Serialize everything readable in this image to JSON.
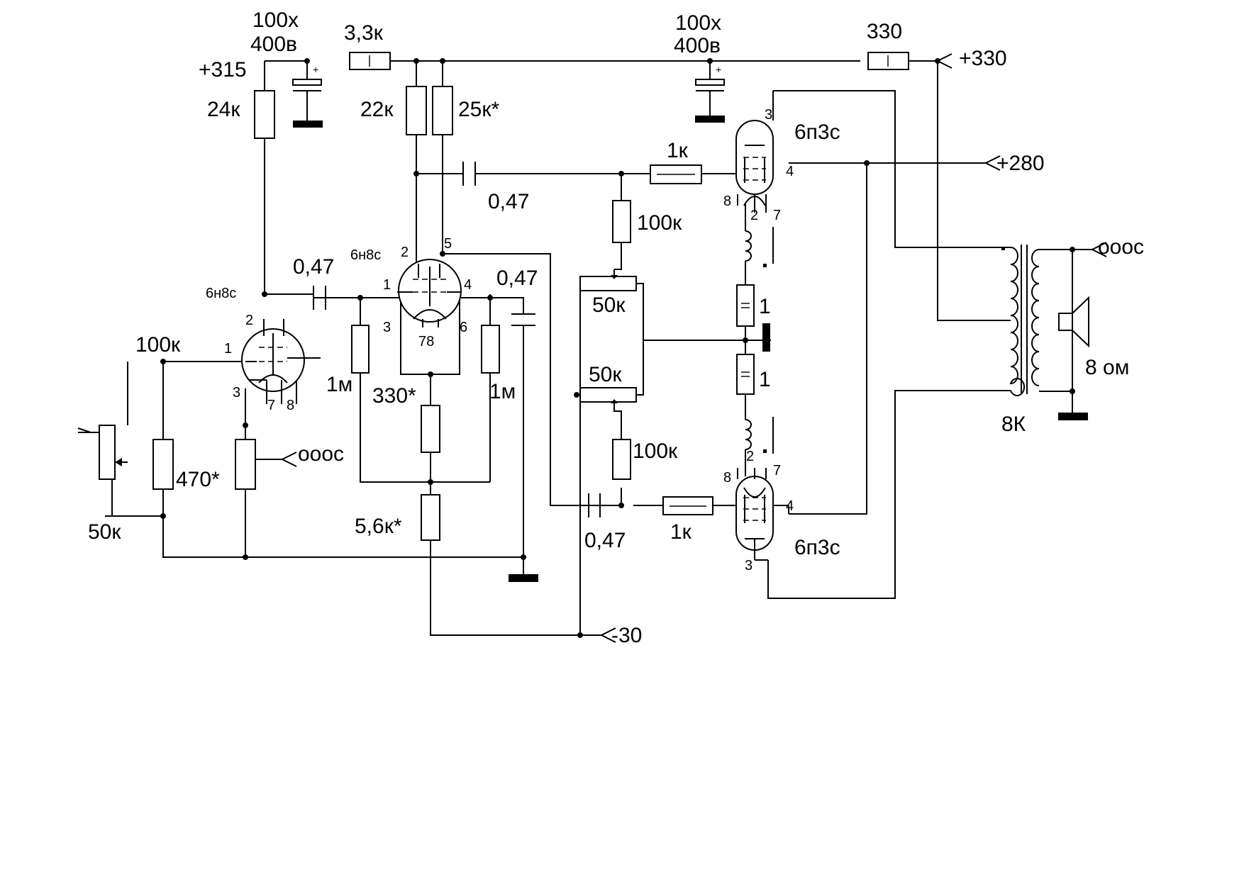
{
  "supply": {
    "p315": "+315",
    "p330": "+330",
    "p280": "+280",
    "m30": "-30"
  },
  "components": {
    "c1_value": "100х",
    "c1_voltage": "400в",
    "c2_value": "100х",
    "c2_voltage": "400в",
    "r_3k3": "3,3к",
    "r_330": "330",
    "r_24k": "24к",
    "r_22k": "22к",
    "r_25k": "25к*",
    "r_1k_top": "1к",
    "c_047_top": "0,47",
    "r_100k_top": "100к",
    "c_047_mid": "0,47",
    "c_047_right": "0,47",
    "pot_50k_top": "50к",
    "r_1_top": "1",
    "r_1_bot": "1",
    "pot_50k_bot": "50к",
    "r_100k_bot": "100к",
    "c_047_bot": "0,47",
    "r_1k_bot": "1к",
    "r_1m_left": "1м",
    "r_1m_right": "1м",
    "r_330_cath": "330*",
    "r_5k6": "5,6к*",
    "r_470": "470*",
    "r_100k_in": "100к",
    "pot_50k_in": "50к",
    "ooos_in": "ооос",
    "ooos_out": "ооос",
    "transformer": "8К",
    "speaker": "8 ом"
  },
  "tubes": {
    "v1_type": "6н8с",
    "v2_type": "6н8с",
    "v3_type": "6п3с",
    "v4_type": "6п3с"
  },
  "pins": {
    "v1_p2": "2",
    "v1_p1": "1",
    "v1_p3": "3",
    "v1_p7": "7",
    "v1_p8": "8",
    "v2_p2": "2",
    "v2_p5": "5",
    "v2_p1": "1",
    "v2_p4": "4",
    "v2_p3": "3",
    "v2_p6": "6",
    "v2_p78": "78",
    "v3_p3": "3",
    "v3_p4": "4",
    "v3_p8": "8",
    "v3_p2": "2",
    "v3_p7": "7",
    "v4_p2": "2",
    "v4_p7": "7",
    "v4_p8": "8",
    "v4_p4": "4",
    "v4_p3": "3"
  }
}
